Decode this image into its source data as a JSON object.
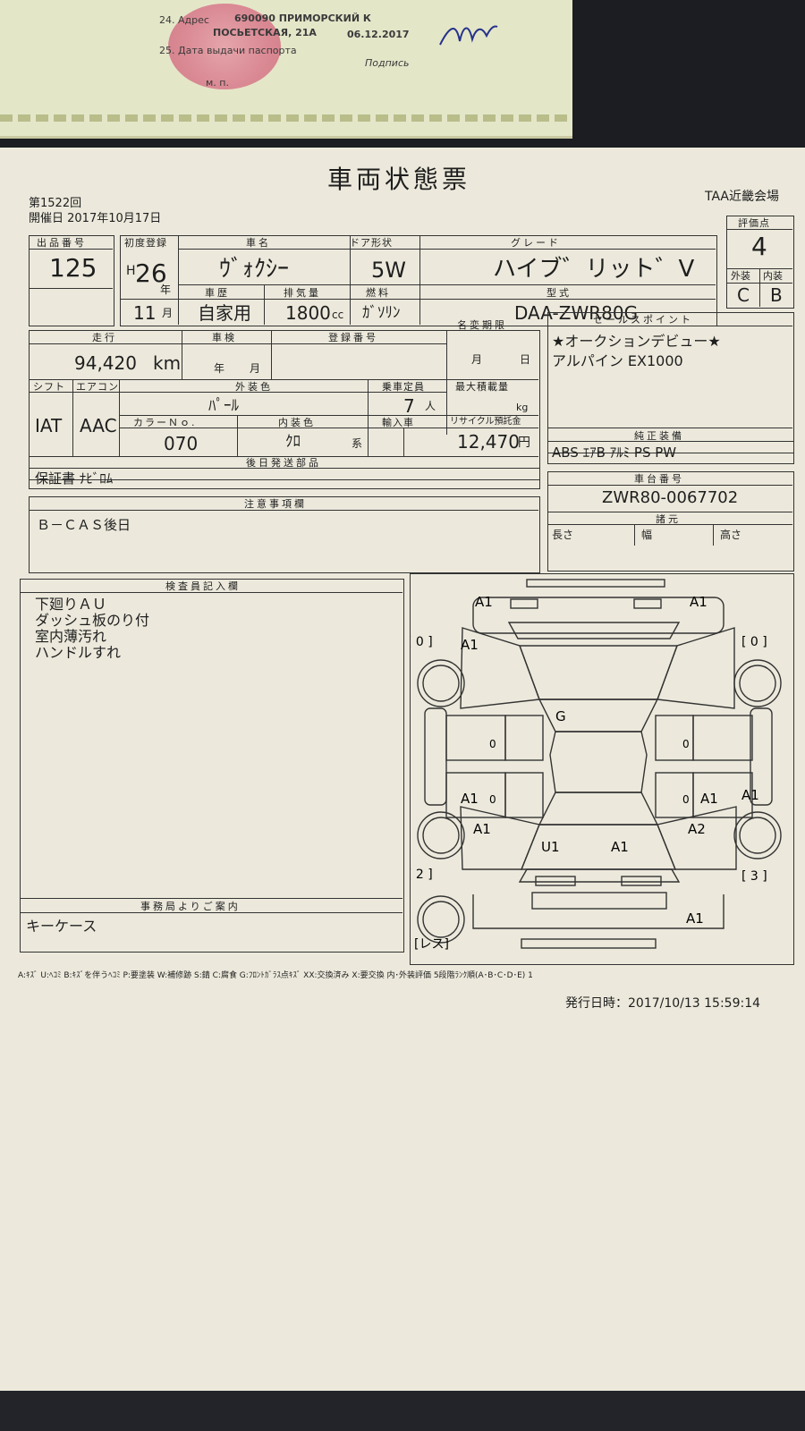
{
  "passport": {
    "line24": "24. Адрес",
    "addr1": "690090 ПРИМОРСКИЙ К",
    "addr2": "ПОСЬЕТСКАЯ, 21А",
    "line25": "25. Дата выдачи паспорта",
    "date": "06.12.2017",
    "podpis": "Подпись",
    "mp": "м. п."
  },
  "sheet": {
    "title": "車両状態票",
    "session": "第1522回",
    "date_line": "開催日  2017年10月17日",
    "venue": "TAA近畿会場",
    "footer_legend": "A:ｷｽﾞ U:ﾍｺﾐ B:ｷｽﾞを伴うﾍｺﾐ P:要塗装 W:補修跡 S:錆 C:腐食 G:ﾌﾛﾝﾄｶﾞﾗｽ点ｷｽﾞ XX:交換済み X:要交換 内･外装評価 5段階ﾗﾝｸ順(A･B･C･D･E) 1",
    "issued": "発行日時：2017/10/13 15:59:14"
  },
  "labels": {
    "lot": "出品番号",
    "first_reg": "初度登録",
    "car_name": "車名",
    "door": "ドア形状",
    "grade": "グレード",
    "score": "評価点",
    "exterior": "外装",
    "interior": "内装",
    "history": "車歴",
    "displacement": "排気量",
    "fuel": "燃料",
    "model": "型式",
    "mileage": "走行",
    "inspection": "車検",
    "reg_no": "登録番号",
    "name_change": "名変期限",
    "sales_points": "セールスポイント",
    "shift": "シフト",
    "aircon": "エアコン",
    "ext_color": "外装色",
    "capacity": "乗車定員",
    "max_load": "最大積載量",
    "color_no": "カラーＮｏ.",
    "int_color": "内装色",
    "import": "輸入車",
    "recycle": "リサイクル預託金",
    "later_parts": "後日発送部品",
    "genuine": "純正装備",
    "notes": "注意事項欄",
    "chassis": "車台番号",
    "specs": "諸元",
    "length": "長さ",
    "width": "幅",
    "height": "高さ",
    "inspector": "検査員記入欄",
    "office": "事務局よりご案内"
  },
  "values": {
    "lot_no": "125",
    "era": "H",
    "year_no": "26",
    "year_unit": "年",
    "month_no": "11",
    "month_unit": "月",
    "car_name": "ｳﾞｫｸｼｰ",
    "door": "5W",
    "grade": "ハイブ゛リット゛V",
    "score": "4",
    "exterior": "C",
    "interior": "B",
    "history": "自家用",
    "displacement": "1800",
    "cc": "cc",
    "fuel": "ｶﾞｿﾘﾝ",
    "model": "DAA-ZWR80G",
    "mileage": "94,420",
    "km": "km",
    "insp_year": "年",
    "insp_month": "月",
    "nc_month": "月",
    "nc_day": "日",
    "sales_1": "★オークションデビュー★",
    "sales_2": "アルパイン  EX1000",
    "shift": "IAT",
    "aircon": "AAC",
    "ext_color": "ﾊﾟｰﾙ",
    "capacity": "7",
    "capacity_unit": "人",
    "max_load_unit": "kg",
    "color_no": "070",
    "int_color": "ｸﾛ",
    "int_color_unit": "系",
    "recycle": "12,470",
    "recycle_unit": "円",
    "later_parts": "保証書 ﾅﾋﾞﾛﾑ",
    "genuine": "ABS ｴｱB ｱﾙﾐ PS PW",
    "notes": "Ｂ－ＣＡＳ後日",
    "chassis": "ZWR80-0067702",
    "inspector_notes": [
      "下廻りＡＵ",
      "ダッシュ板のり付",
      "室内薄汚れ",
      "ハンドルすれ"
    ],
    "office": "キーケース"
  },
  "diagram": {
    "marks": [
      "A1",
      "A1",
      "A1",
      "G",
      "0",
      "0",
      "A1",
      "0",
      "0",
      "A1",
      "A1",
      "A1",
      "A2",
      "A1",
      "U1",
      "A1"
    ],
    "corners": [
      "[ 0 ]",
      "[ 0 ]",
      "[ 2 ]",
      "[ 3 ]",
      "[レス]"
    ]
  }
}
